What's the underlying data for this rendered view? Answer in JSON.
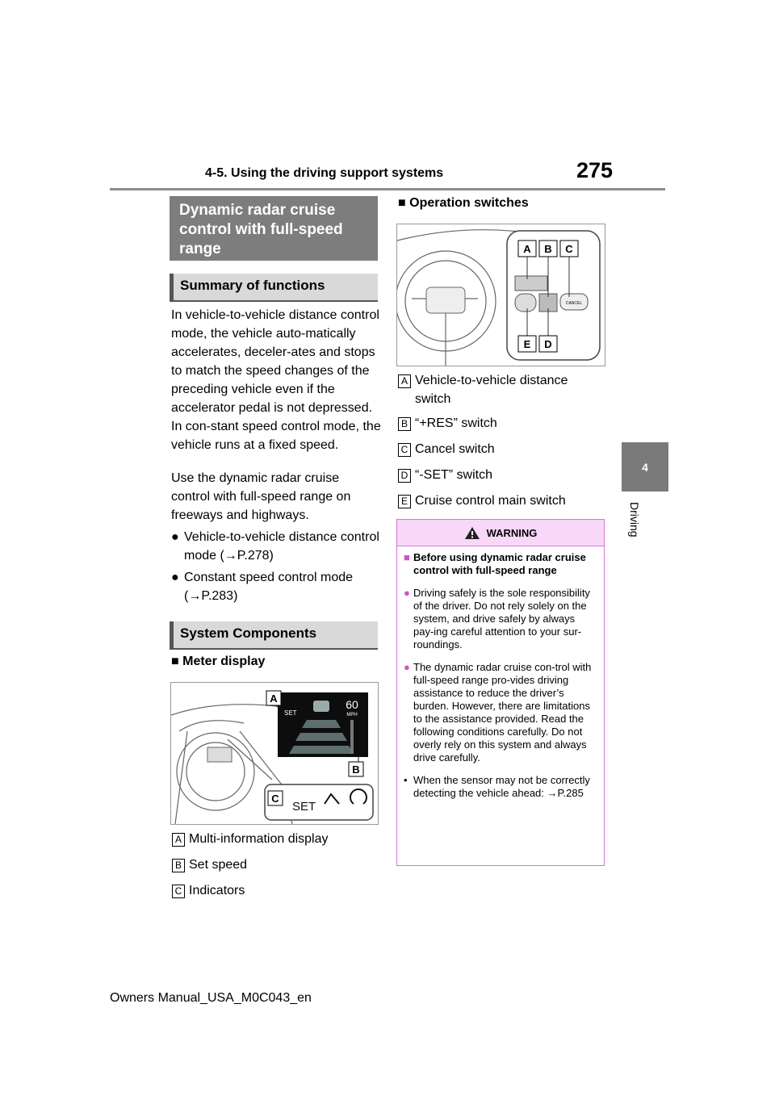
{
  "header": {
    "section": "4-5. Using the driving support systems",
    "page_number": "275"
  },
  "side_tab": {
    "number": "4",
    "label": "Driving"
  },
  "left": {
    "title": "Dynamic radar cruise control with full-speed range",
    "summary_heading": "Summary of functions",
    "para1": "In vehicle-to-vehicle distance control mode, the vehicle auto-matically accelerates, deceler-ates and stops to match the speed changes of the preceding vehicle even if the accelerator pedal is not depressed. In con-stant speed control mode, the vehicle runs at a fixed speed.",
    "para2": "Use the dynamic radar cruise control with full-speed range on freeways and highways.",
    "bullets": [
      "Vehicle-to-vehicle distance control mode (→P.278)",
      "Constant speed control mode (→P.283)"
    ],
    "components_heading": "System Components",
    "meter_heading": "Meter display",
    "meter_figure": {
      "set_speed": "60",
      "unit": "MPH",
      "set_label": "SET",
      "set_label_large": "SET"
    },
    "meter_labels": [
      {
        "letter": "A",
        "text": "Multi-information display"
      },
      {
        "letter": "B",
        "text": "Set speed"
      },
      {
        "letter": "C",
        "text": "Indicators"
      }
    ]
  },
  "right": {
    "switch_heading": "Operation switches",
    "switch_figure": {
      "cancel_label": "CANCEL"
    },
    "switch_labels": [
      {
        "letter": "A",
        "text": "Vehicle-to-vehicle distance switch"
      },
      {
        "letter": "B",
        "text": "“+RES” switch"
      },
      {
        "letter": "C",
        "text": "Cancel switch"
      },
      {
        "letter": "D",
        "text": "“-SET” switch"
      },
      {
        "letter": "E",
        "text": "Cruise control main switch"
      }
    ],
    "warning": {
      "title": "WARNING",
      "heading": "Before using dynamic radar cruise control with full-speed range",
      "items": [
        "Driving safely is the sole responsibility of the driver. Do not rely solely on the system, and drive safely by always pay-ing careful attention to your sur-roundings.",
        "The dynamic radar cruise con-trol with full-speed range pro-vides driving assistance to reduce the driver’s burden. However, there are limitations to the assistance provided. Read the following conditions carefully. Do not overly rely on this system and always drive carefully."
      ],
      "note": "When the sensor may not be correctly detecting the vehicle ahead: →P.285"
    }
  },
  "footer": "Owners Manual_USA_M0C043_en",
  "colors": {
    "section_bg": "#7d7d7d",
    "subbar_bg": "#d9d9d9",
    "warning_border": "#d873d8",
    "warning_head_bg": "#f9d7f9"
  }
}
